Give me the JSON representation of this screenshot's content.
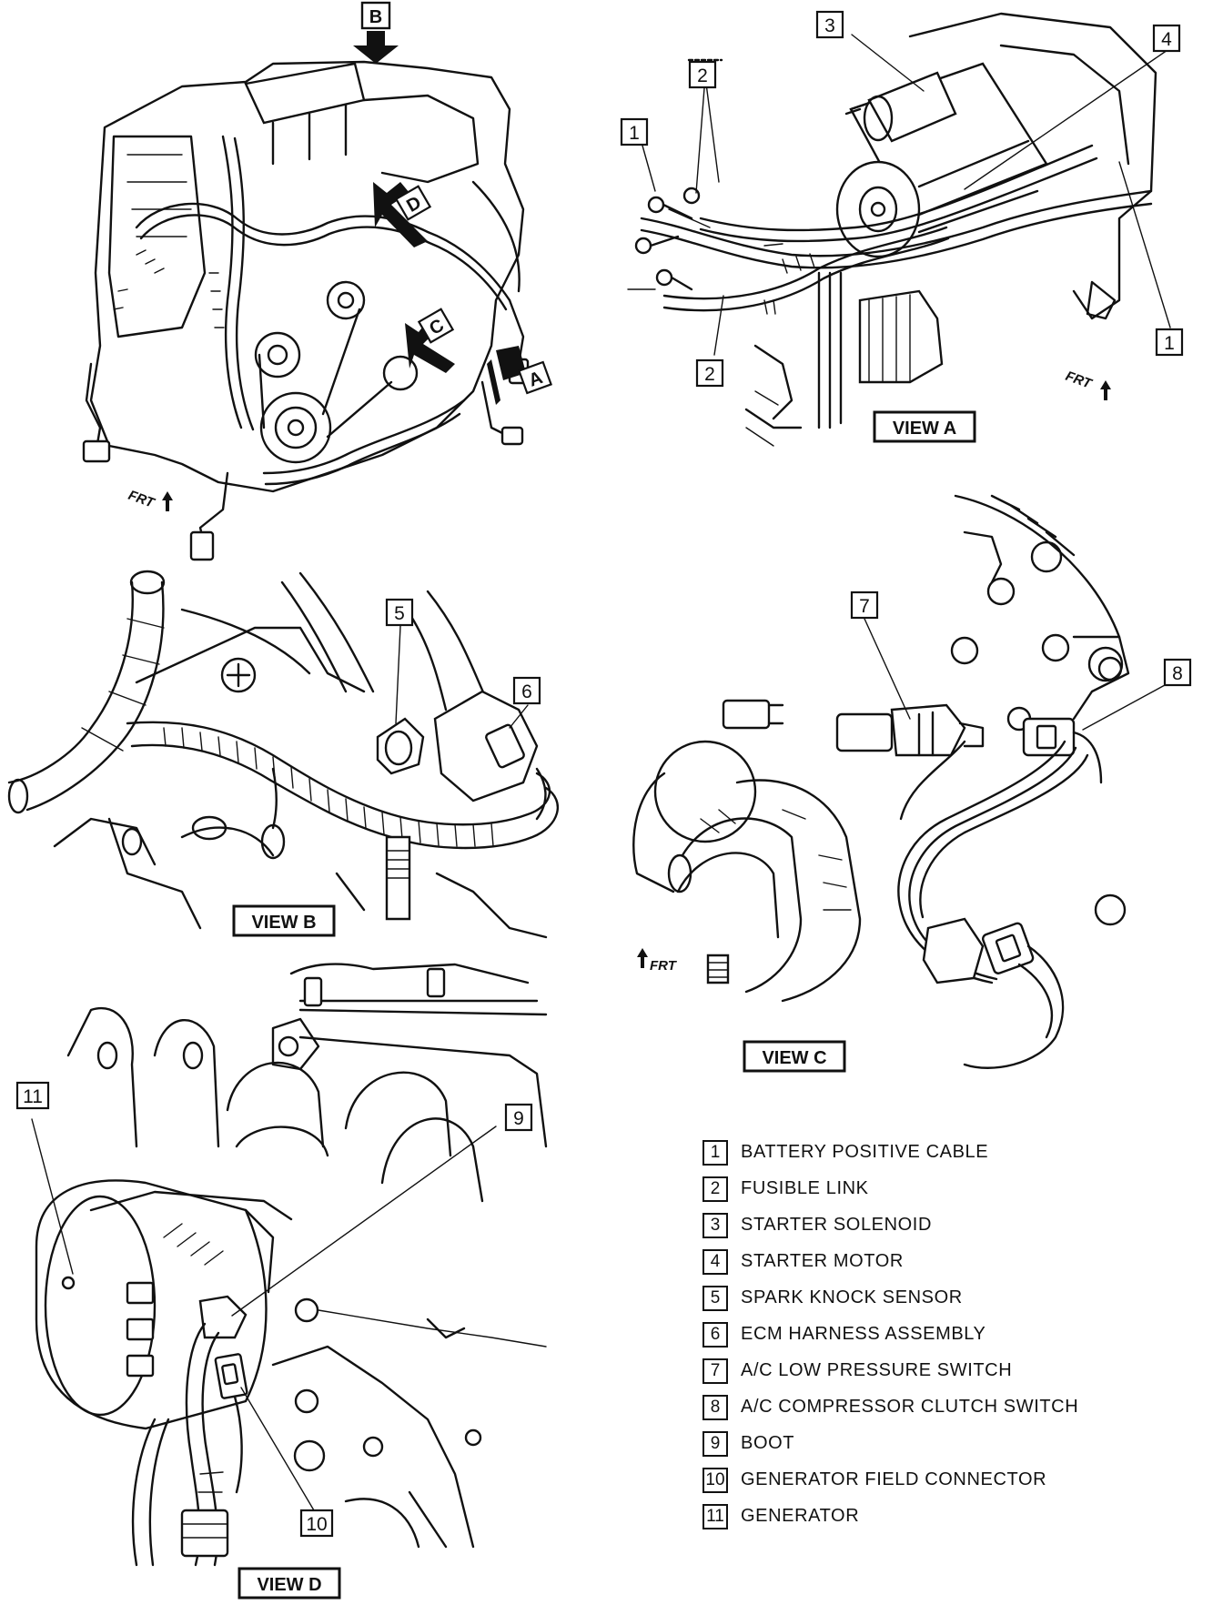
{
  "views": {
    "a": "VIEW A",
    "b": "VIEW B",
    "c": "VIEW C",
    "d": "VIEW D"
  },
  "view_markers": {
    "a": "A",
    "b": "B",
    "c": "C",
    "d": "D"
  },
  "front_indicator": "FRT",
  "callouts": {
    "a_battery_cable_left": "1",
    "a_fusible_link_top": "2",
    "a_starter_solenoid": "3",
    "a_starter_motor": "4",
    "a_battery_cable_right": "1",
    "a_fusible_link_bottom": "2",
    "b_spark_knock_sensor": "5",
    "b_ecm_harness": "6",
    "c_ac_low_pressure": "7",
    "c_ac_clutch_switch": "8",
    "d_boot": "9",
    "d_field_connector": "10",
    "d_generator": "11"
  },
  "legend": [
    {
      "num": "1",
      "label": "BATTERY POSITIVE CABLE"
    },
    {
      "num": "2",
      "label": "FUSIBLE LINK"
    },
    {
      "num": "3",
      "label": "STARTER SOLENOID"
    },
    {
      "num": "4",
      "label": "STARTER MOTOR"
    },
    {
      "num": "5",
      "label": "SPARK KNOCK SENSOR"
    },
    {
      "num": "6",
      "label": "ECM HARNESS ASSEMBLY"
    },
    {
      "num": "7",
      "label": "A/C LOW PRESSURE SWITCH"
    },
    {
      "num": "8",
      "label": "A/C COMPRESSOR CLUTCH SWITCH"
    },
    {
      "num": "9",
      "label": "BOOT"
    },
    {
      "num": "10",
      "label": "GENERATOR FIELD CONNECTOR"
    },
    {
      "num": "11",
      "label": "GENERATOR"
    }
  ]
}
